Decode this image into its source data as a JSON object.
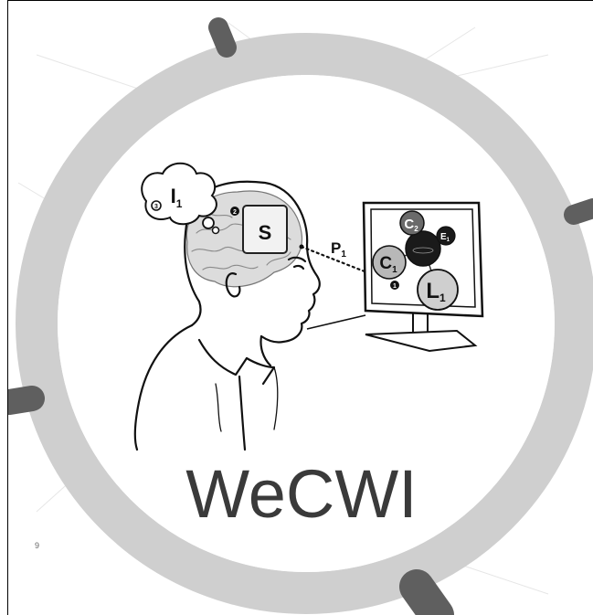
{
  "title": "WeCWI",
  "page_number": "9",
  "labels": {
    "thought": "I",
    "thought_sub": "1",
    "brain_box": "S",
    "perception": "P",
    "perception_sub": "1",
    "marker_1": "1",
    "marker_2": "2",
    "marker_3": "3"
  },
  "screen_nodes": {
    "c2": {
      "letter": "C",
      "sub": "2"
    },
    "e1": {
      "letter": "E",
      "sub": "1"
    },
    "c1": {
      "letter": "C",
      "sub": "1"
    },
    "l1": {
      "letter": "L",
      "sub": "1"
    }
  },
  "colors": {
    "ring": "#cfcfcf",
    "ring_knob": "#5f5f5f",
    "title": "#3a3a3a",
    "node_dark": "#1a1a1a",
    "node_mid": "#6a6a6a",
    "node_light": "#b8b8b8"
  }
}
